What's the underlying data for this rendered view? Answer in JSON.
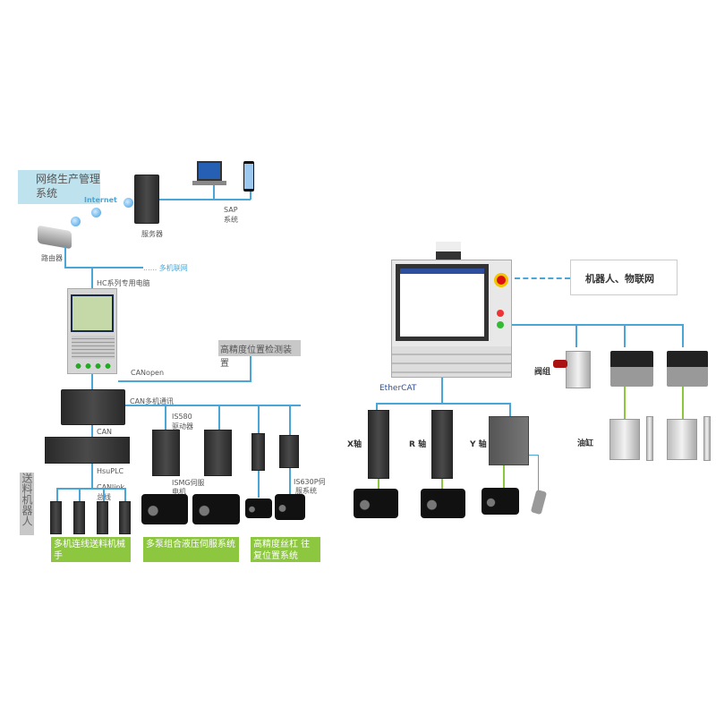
{
  "left": {
    "mgmt_title": "网络生产管理系统",
    "internet": "Internet",
    "server": "服务器",
    "sap": "SAP",
    "sap_sub": "系统",
    "router": "路由器",
    "multi_network": "...... 多机联网",
    "hc_computer": "HC系列专用电脑",
    "position_detect": "高精度位置检测装置",
    "canopen": "CANopen",
    "can_multi": "CAN多机通讯",
    "can": "CAN",
    "plc": "HsuPLC",
    "canlink": "CANlink",
    "canlink_sub": "总线",
    "is580": "IS580",
    "is580_sub": "驱动器",
    "ismg": "ISMG伺服",
    "ismg_sub": "电机",
    "is630p": "IS630P伺",
    "is630p_sub": "服系统",
    "feeding_robot": "送料机器人",
    "group1": "多机连线送料机械手",
    "group2": "多泵组合液压伺服系统",
    "group3": "高精度丝杠 往复位置系统"
  },
  "right": {
    "iot": "机器人、物联网",
    "ethercat": "EtherCAT",
    "x_axis": "X轴",
    "r_axis": "R 轴",
    "y_axis": "Y 轴",
    "valve": "阀组",
    "cylinder": "油缸"
  },
  "colors": {
    "line": "#4aa6d6",
    "green": "#8dc63f",
    "title_bg": "#bfe3ee",
    "gray_box": "#c8c8c8"
  }
}
